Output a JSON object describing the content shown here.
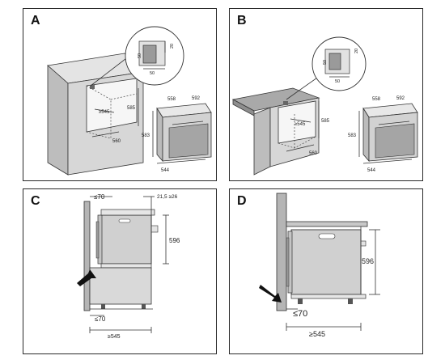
{
  "panels": {
    "a": {
      "label": "A",
      "dims": {
        "n20": "20",
        "n50v": "50",
        "n50h": "50",
        "n558": "558",
        "n592": "592",
        "n545": "≥545",
        "n585": "585",
        "n583": "583",
        "n560": "560",
        "n544": "544"
      }
    },
    "b": {
      "label": "B",
      "dims": {
        "n20": "20",
        "n50v": "50",
        "n50h": "50",
        "n558": "558",
        "n592": "592",
        "n545": "≥545",
        "n585": "585",
        "n583": "583",
        "n560": "560",
        "n544": "544"
      }
    },
    "c": {
      "label": "C",
      "dims": {
        "top70": "≤70",
        "gap": "21,5 ≥26",
        "h596": "596",
        "bot70": "≤70",
        "d545": "≥545"
      }
    },
    "d": {
      "label": "D",
      "dims": {
        "h596": "596",
        "bot70": "≤70",
        "d545": "≥545"
      }
    }
  },
  "colors": {
    "cabinet": "#d9d9d9",
    "cabinet_dark": "#b8b8b8",
    "oven": "#d0d0d0",
    "countertop": "#a9a9a9",
    "arrow": "#111111",
    "line": "#333333"
  }
}
